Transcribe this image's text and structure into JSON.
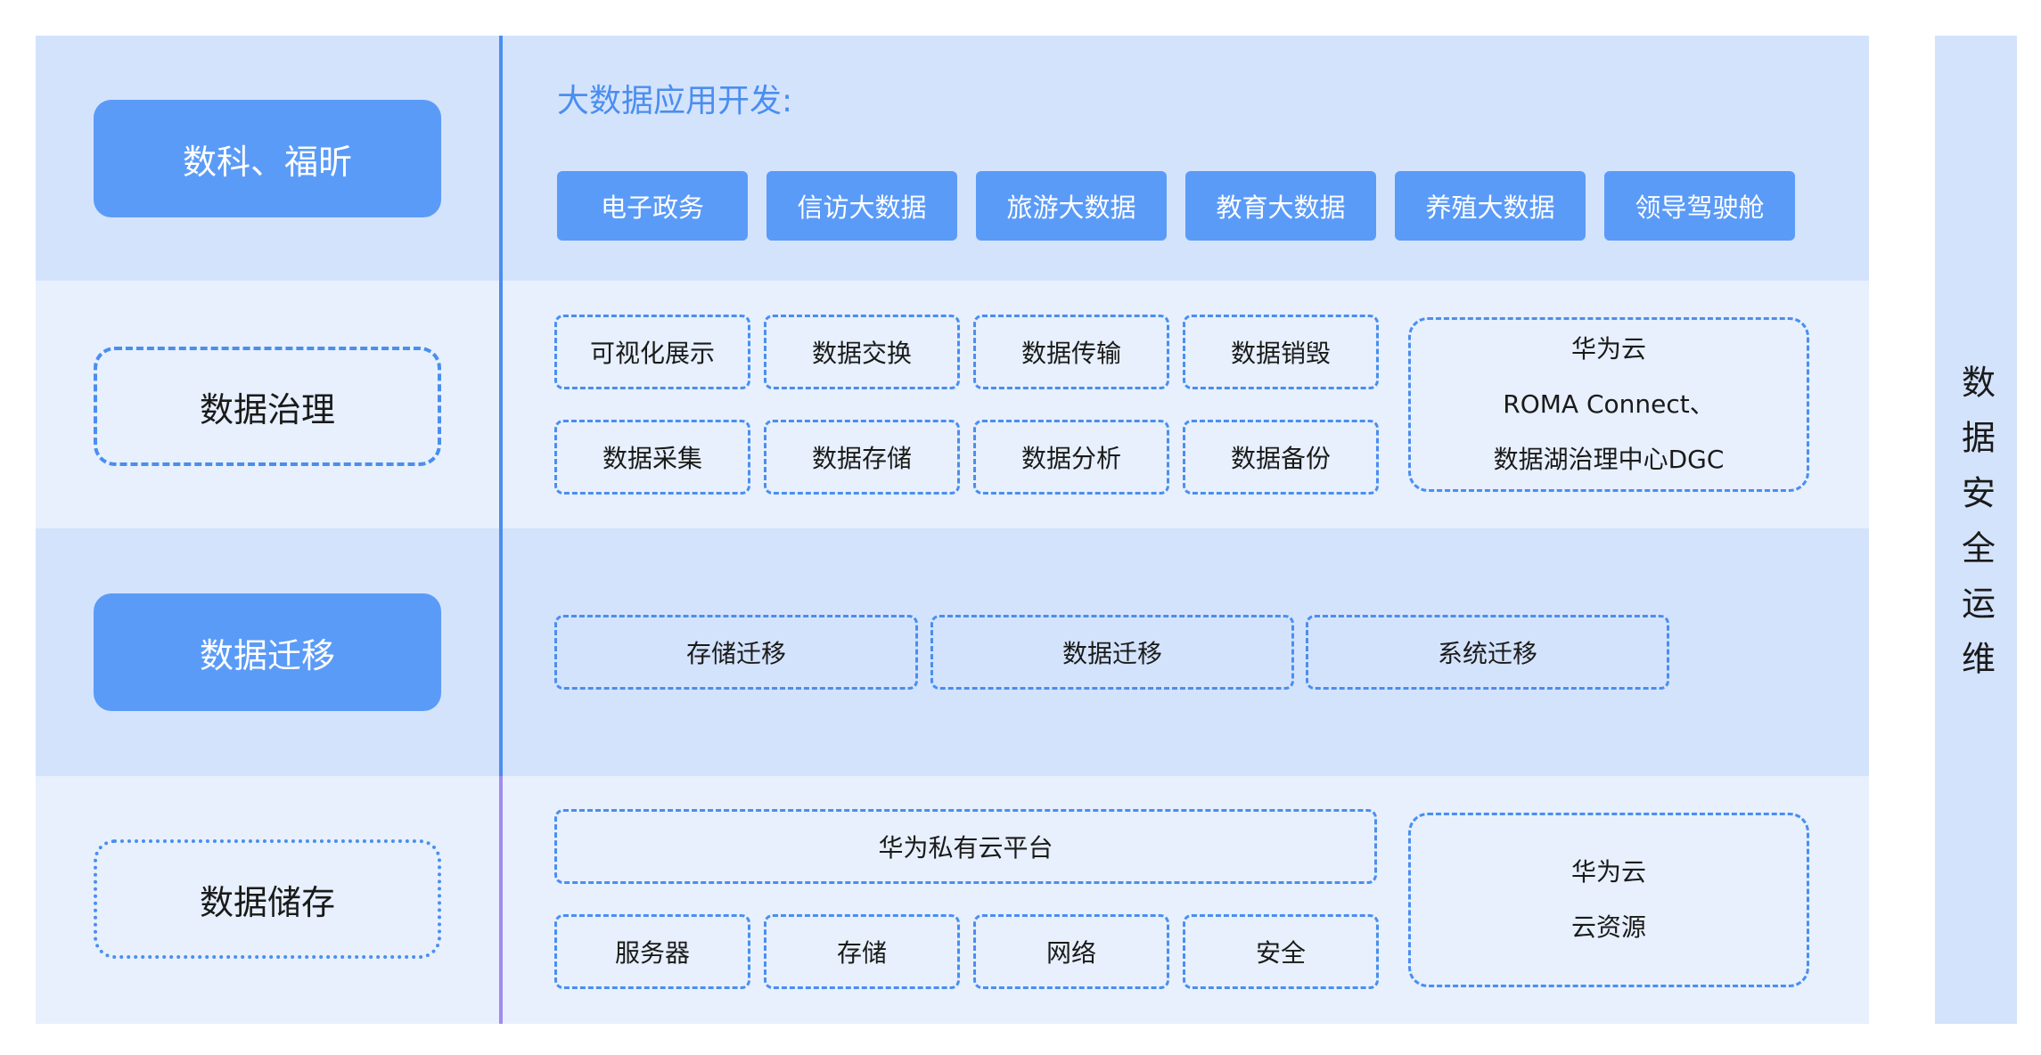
{
  "side_label": "数据安全运维",
  "app_layer": {
    "label": "数科、福昕",
    "title": "大数据应用开发:",
    "apps": [
      "电子政务",
      "信访大数据",
      "旅游大数据",
      "教育大数据",
      "养殖大数据",
      "领导驾驶舱"
    ]
  },
  "governance_layer": {
    "label": "数据治理",
    "items": [
      "可视化展示",
      "数据交换",
      "数据传输",
      "数据销毁",
      "数据采集",
      "数据存储",
      "数据分析",
      "数据备份"
    ],
    "platform_lines": [
      "华为云",
      "ROMA Connect、",
      "数据湖治理中心DGC"
    ]
  },
  "migration_layer": {
    "label": "数据迁移",
    "items": [
      "存储迁移",
      "数据迁移",
      "系统迁移"
    ]
  },
  "storage_layer": {
    "label": "数据储存",
    "platform": "华为私有云平台",
    "items": [
      "服务器",
      "存储",
      "网络",
      "安全"
    ],
    "cloud_lines": [
      "华为云",
      "云资源"
    ]
  },
  "colors": {
    "band_dark": "#d4e3fc",
    "band_light": "#e7f0fc",
    "accent_blue": "#5b9bf8",
    "border_blue": "#4a8ef0",
    "purple_line": "#a28af0"
  }
}
